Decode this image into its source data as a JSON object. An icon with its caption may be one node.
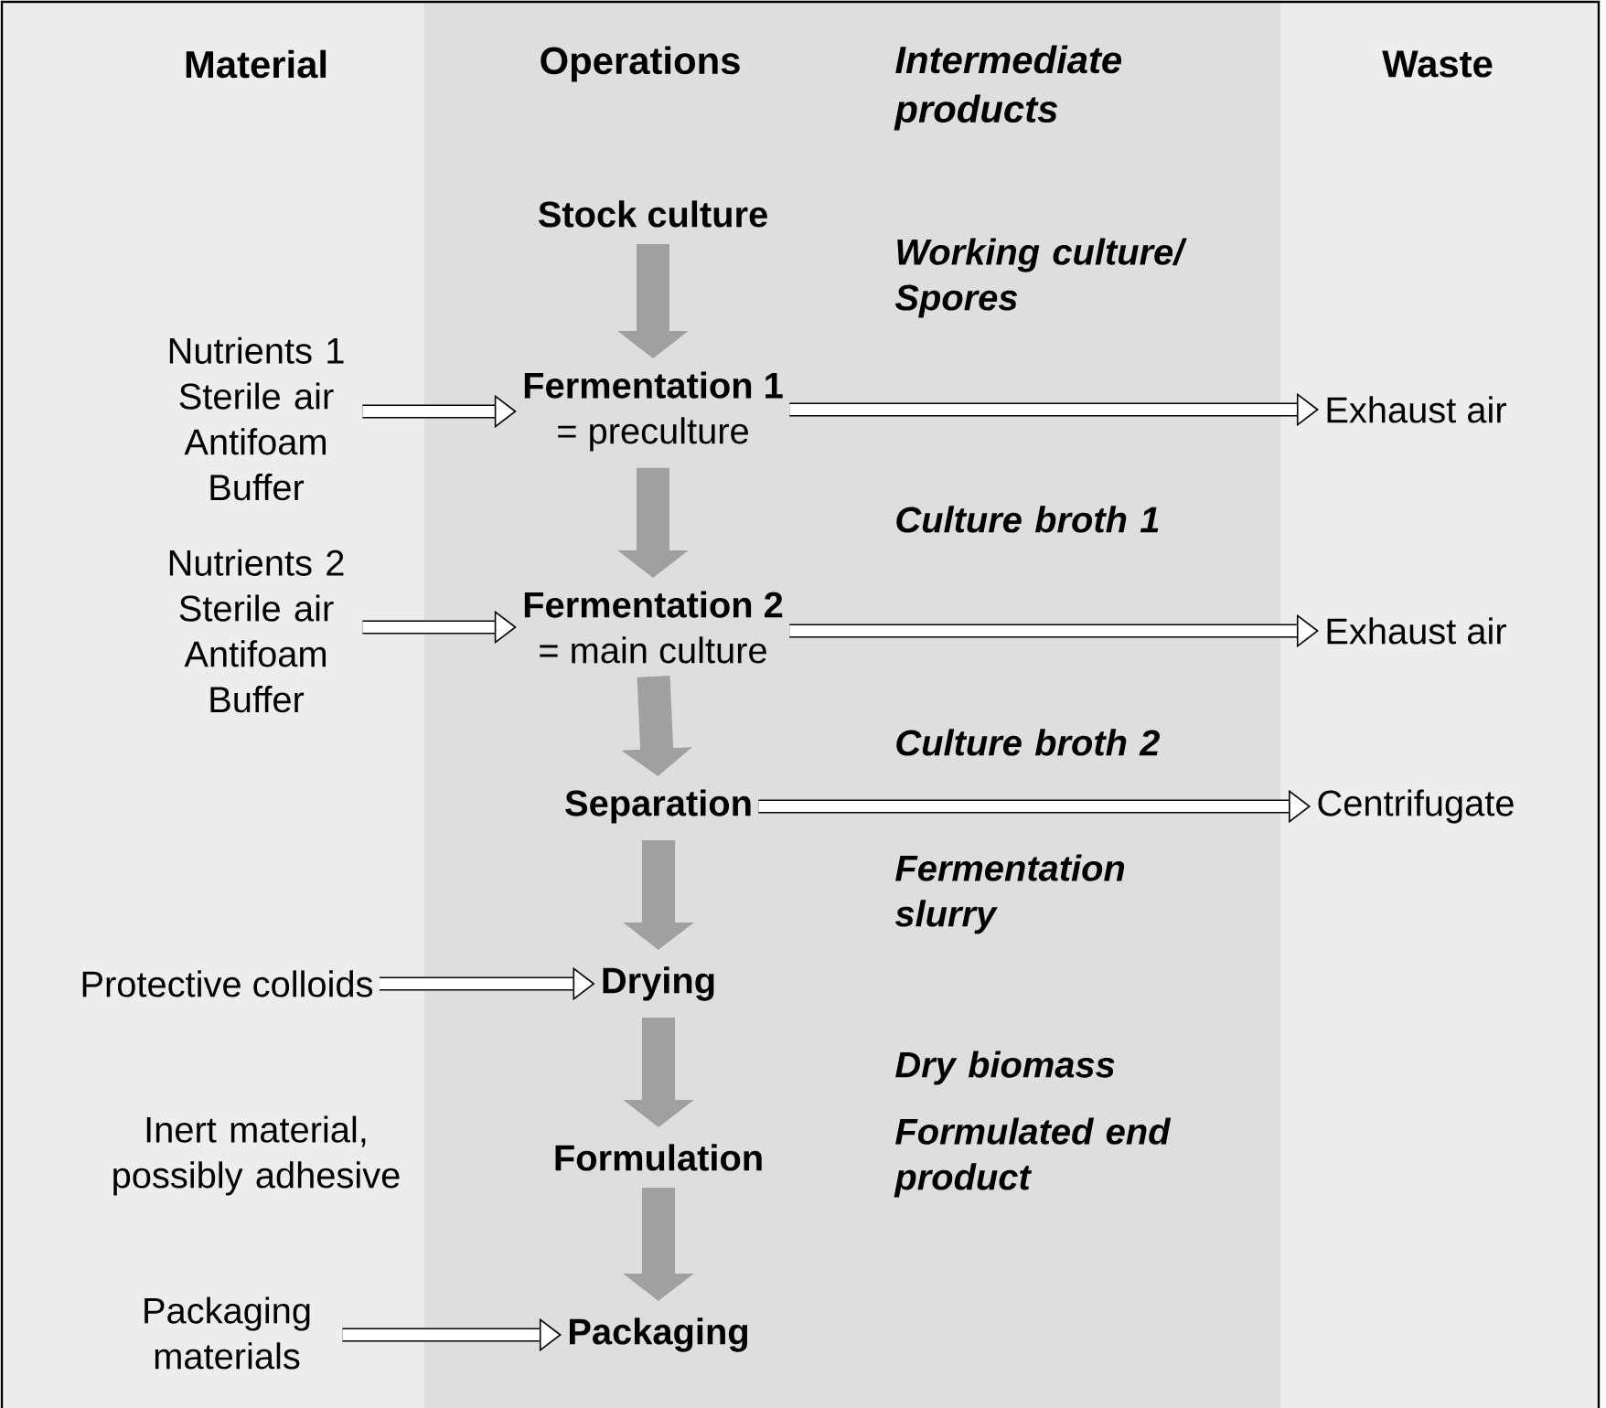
{
  "diagram": {
    "nodes": [
      {
        "text": [
          "Stock culture"
        ]
      },
      {
        "text": [
          "Nutrients 1 Sterile air Antifoam Buffer"
        ]
      },
      {
        "text": [
          "Fermentation 1",
          "= preculture"
        ]
      },
      {
        "text": [
          "Exhaust air"
        ]
      },
      {
        "text": [
          "Nutrients 2 Sterile air Antifoam Buffer"
        ]
      },
      {
        "text": [
          "Fermentation 2",
          "= main culture"
        ]
      },
      {
        "text": [
          "Exhaust air"
        ]
      },
      {
        "text": [
          "Separation"
        ]
      },
      {
        "text": [
          "Centrifugate"
        ]
      },
      {
        "text": [
          "Protective colloids"
        ]
      },
      {
        "text": [
          "Drying"
        ]
      },
      {
        "text": [
          "Inert material, possibly adhesive"
        ]
      },
      {
        "text": [
          "Formulation"
        ]
      },
      {
        "text": [
          "Packaging materials"
        ]
      },
      {
        "text": [
          "Packaging"
        ]
      }
    ],
    "edges": [
      {
        "from": 0,
        "to": 2,
        "arrow": "to",
        "style": "thick",
        "color": "#a0a0a0"
      },
      {
        "from": 1,
        "to": 2,
        "arrow": "to"
      },
      {
        "from": 2,
        "to": 3,
        "arrow": "to"
      },
      {
        "from": 2,
        "to": 5,
        "arrow": "to",
        "style": "thick",
        "color": "#a0a0a0"
      },
      {
        "from": 4,
        "to": 5,
        "arrow": "to"
      },
      {
        "from": 5,
        "to": 6,
        "arrow": "to"
      },
      {
        "from": 5,
        "to": 7,
        "arrow": "to",
        "style": "thick",
        "color": "#a0a0a0"
      },
      {
        "from": 7,
        "to": 8,
        "arrow": "to"
      },
      {
        "from": 7,
        "to": 10,
        "arrow": "to",
        "style": "thick",
        "color": "#a0a0a0"
      },
      {
        "from": 9,
        "to": 10,
        "arrow": "to"
      },
      {
        "from": 10,
        "to": 12,
        "arrow": "to",
        "style": "thick",
        "color": "#a0a0a0"
      },
      {
        "from": 12,
        "to": 14,
        "arrow": "to",
        "style": "thick",
        "color": "#a0a0a0"
      },
      {
        "from": 13,
        "to": 14,
        "arrow": "to"
      }
    ],
    "labels": [
      "Material",
      "Operations",
      "Intermediate products",
      "Waste",
      "Working culture/ Spores",
      "Culture broth 1",
      "Culture broth 2",
      "Fermentation slurry",
      "Dry biomass",
      "Formulated end product"
    ]
  }
}
